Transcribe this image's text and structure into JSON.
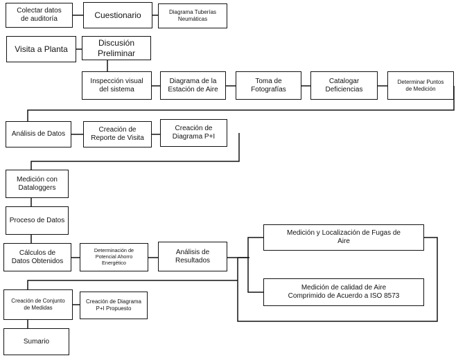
{
  "nodes": {
    "colectar": "Colectar datos\nde auditoría",
    "cuestionario": "Cuestionario",
    "diagrama_tuberias": "Diagrama Tuberías\nNeumáticas",
    "visita": "Visita a Planta",
    "discusion": "Discusión\nPreliminar",
    "inspeccion": "Inspección visual\ndel sistema",
    "diagrama_estacion": "Diagrama de la\nEstación de Aire",
    "toma_fotos": "Toma de\nFotografías",
    "catalogar": "Catalogar\nDeficiencias",
    "determinar_puntos": "Determinar Puntos\nde Medición",
    "analisis_datos": "Análisis de Datos",
    "reporte_visita": "Creación de\nReporte de Visita",
    "diagrama_pi": "Creación de\nDiagrama P+I",
    "medicion_dataloggers": "Medición con\nDataloggers",
    "proceso_datos": "Proceso de Datos",
    "calculos": "Cálculos  de\nDatos Obtenidos",
    "potencial_ahorro": "Determinación de\nPotencial Ahorro\nEnergético",
    "analisis_resultados": "Análisis de\nResultados",
    "fugas": "Medición y Localización de Fugas de\nAire",
    "calidad_aire": "Medición de calidad de Aire\nComprimido de Acuerdo a ISO 8573",
    "conjunto_medidas": "Creación de Conjunto\nde Medidas",
    "diagrama_pi_propuesto": "Creación de  Diagrama\nP+I Propuesto",
    "sumario": "Sumario"
  }
}
